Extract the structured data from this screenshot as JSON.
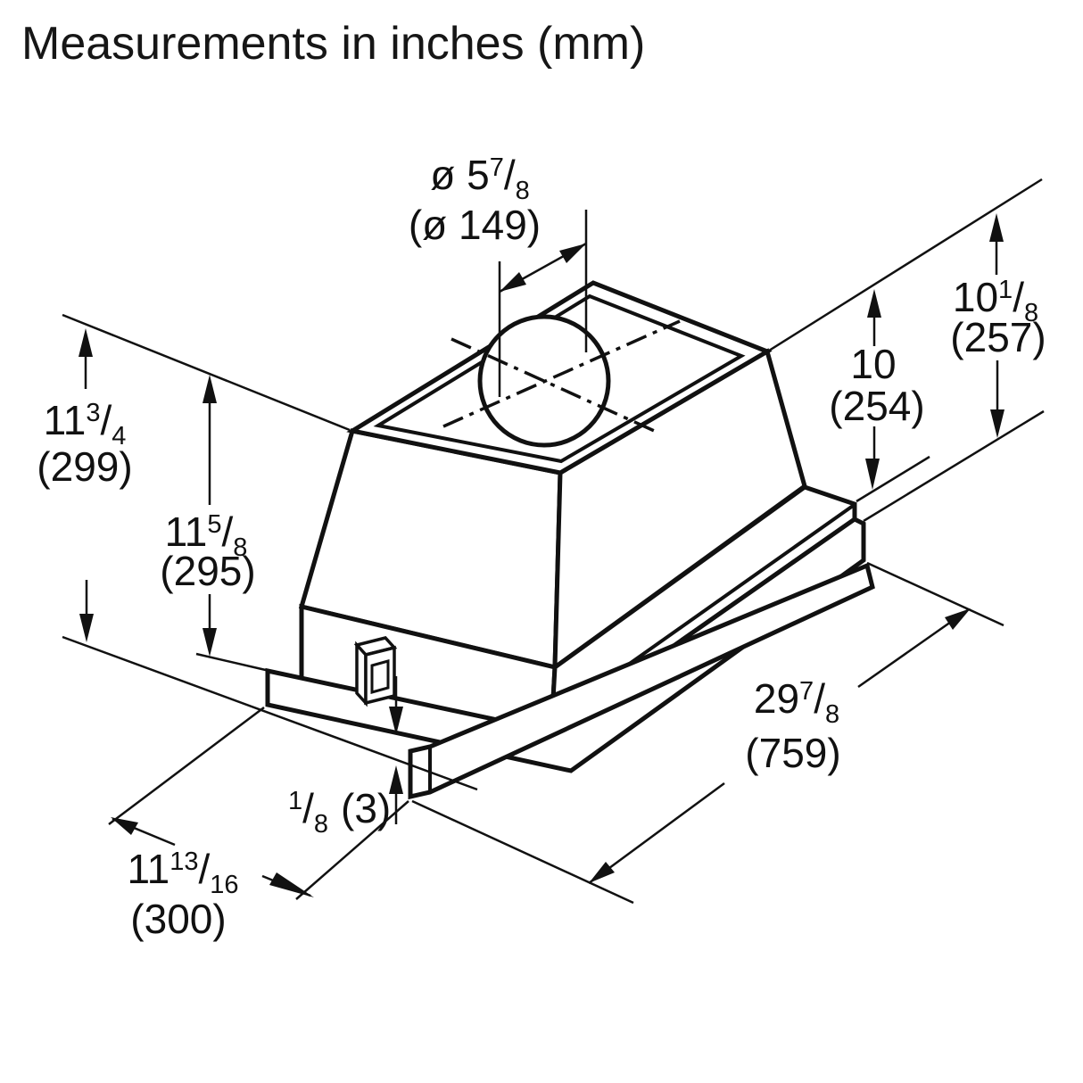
{
  "title": "Measurements in inches (mm)",
  "fraction_slash": "/",
  "diacritic": {
    "diameter_sign": "ø"
  },
  "dimensions": {
    "duct_diameter": {
      "inches_prefix": "ø 5",
      "num": "7",
      "den": "8",
      "mm": "(ø 149)"
    },
    "overall_height": {
      "whole": "10",
      "num": "1",
      "den": "8",
      "mm": "(257)"
    },
    "body_height": {
      "whole": "10",
      "mm": "(254)"
    },
    "left_height_outer": {
      "whole": "11",
      "num": "3",
      "den": "4",
      "mm": "(299)"
    },
    "left_height_inner": {
      "whole": "11",
      "num": "5",
      "den": "8",
      "mm": "(295)"
    },
    "width": {
      "whole": "29",
      "num": "7",
      "den": "8",
      "mm": "(759)"
    },
    "lip_thickness": {
      "num": "1",
      "den": "8",
      "mm": "(3)"
    },
    "depth": {
      "whole": "11",
      "num": "13",
      "den": "16",
      "mm": "(300)"
    }
  }
}
